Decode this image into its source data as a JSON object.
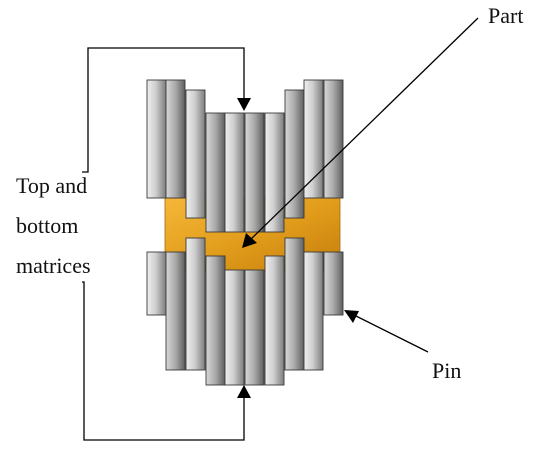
{
  "labels": {
    "part": "Part",
    "pin": "Pin",
    "matrices_line1": "Top and",
    "matrices_line2": "bottom",
    "matrices_line3": "matrices"
  },
  "colors": {
    "pin_light": "#e6e6e6",
    "pin_mid": "#b4b4b4",
    "pin_dark": "#7a7a7a",
    "pin_outline": "#3a3a3a",
    "part_light": "#f3b233",
    "part_dark": "#c9820c",
    "line": "#000000"
  }
}
